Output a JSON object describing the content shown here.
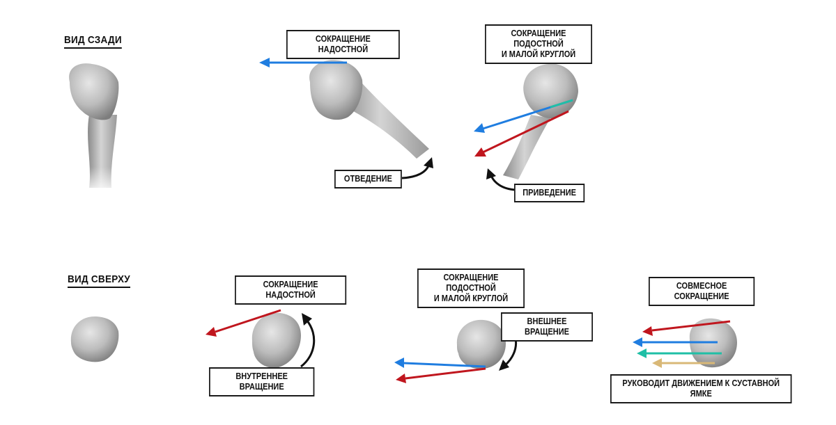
{
  "headings": {
    "rear_view": "ВИД СЗАДИ",
    "top_view": "ВИД СВЕРХУ"
  },
  "labels": {
    "supraspinatus_top": "СОКРАЩЕНИЕ НАДОСТНОЙ",
    "infraspinatus_top": "СОКРАЩЕНИЕ ПОДОСТНОЙ\nИ МАЛОЙ КРУГЛОЙ",
    "abduction": "ОТВЕДЕНИЕ",
    "adduction": "ПРИВЕДЕНИЕ",
    "supraspinatus_bottom": "СОКРАЩЕНИЕ НАДОСТНОЙ",
    "internal_rotation": "ВНУТРЕННЕЕ ВРАЩЕНИЕ",
    "infraspinatus_bottom": "СОКРАЩЕНИЕ ПОДОСТНОЙ\nИ МАЛОЙ КРУГЛОЙ",
    "external_rotation": "ВНЕШНЕЕ ВРАЩЕНИЕ",
    "combined": "СОВМЕСНОЕ СОКРАЩЕНИЕ",
    "guides": "РУКОВОДИТ ДВИЖЕНИЕМ К СУСТАВНОЙ ЯМКЕ"
  },
  "colors": {
    "blue": "#1f7de0",
    "red": "#c0161e",
    "teal": "#1fbfa6",
    "tan": "#d9b877",
    "black": "#111111",
    "bone": "#bdbdbd"
  },
  "icons": [
    "humerus-bone",
    "humeral-head",
    "arrow",
    "curved-arrow"
  ]
}
